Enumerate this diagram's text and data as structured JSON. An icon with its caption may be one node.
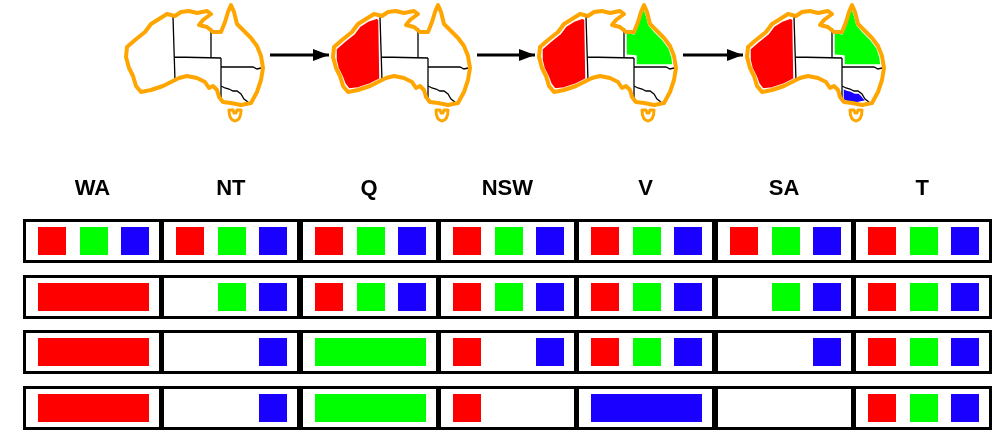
{
  "diagram": {
    "nodes": [
      {
        "text": [],
        "shape": "picture"
      },
      {
        "text": [],
        "shape": "picture"
      },
      {
        "text": [],
        "shape": "picture"
      },
      {
        "text": [],
        "shape": "picture"
      }
    ],
    "edges": [
      {
        "from": 0,
        "to": 1,
        "arrow": "to"
      },
      {
        "from": 1,
        "to": 2,
        "arrow": "to"
      },
      {
        "from": 2,
        "to": 3,
        "arrow": "to"
      }
    ],
    "labels": [
      "WA",
      "NT",
      "Q",
      "NSW",
      "V",
      "SA",
      "T"
    ]
  }
}
